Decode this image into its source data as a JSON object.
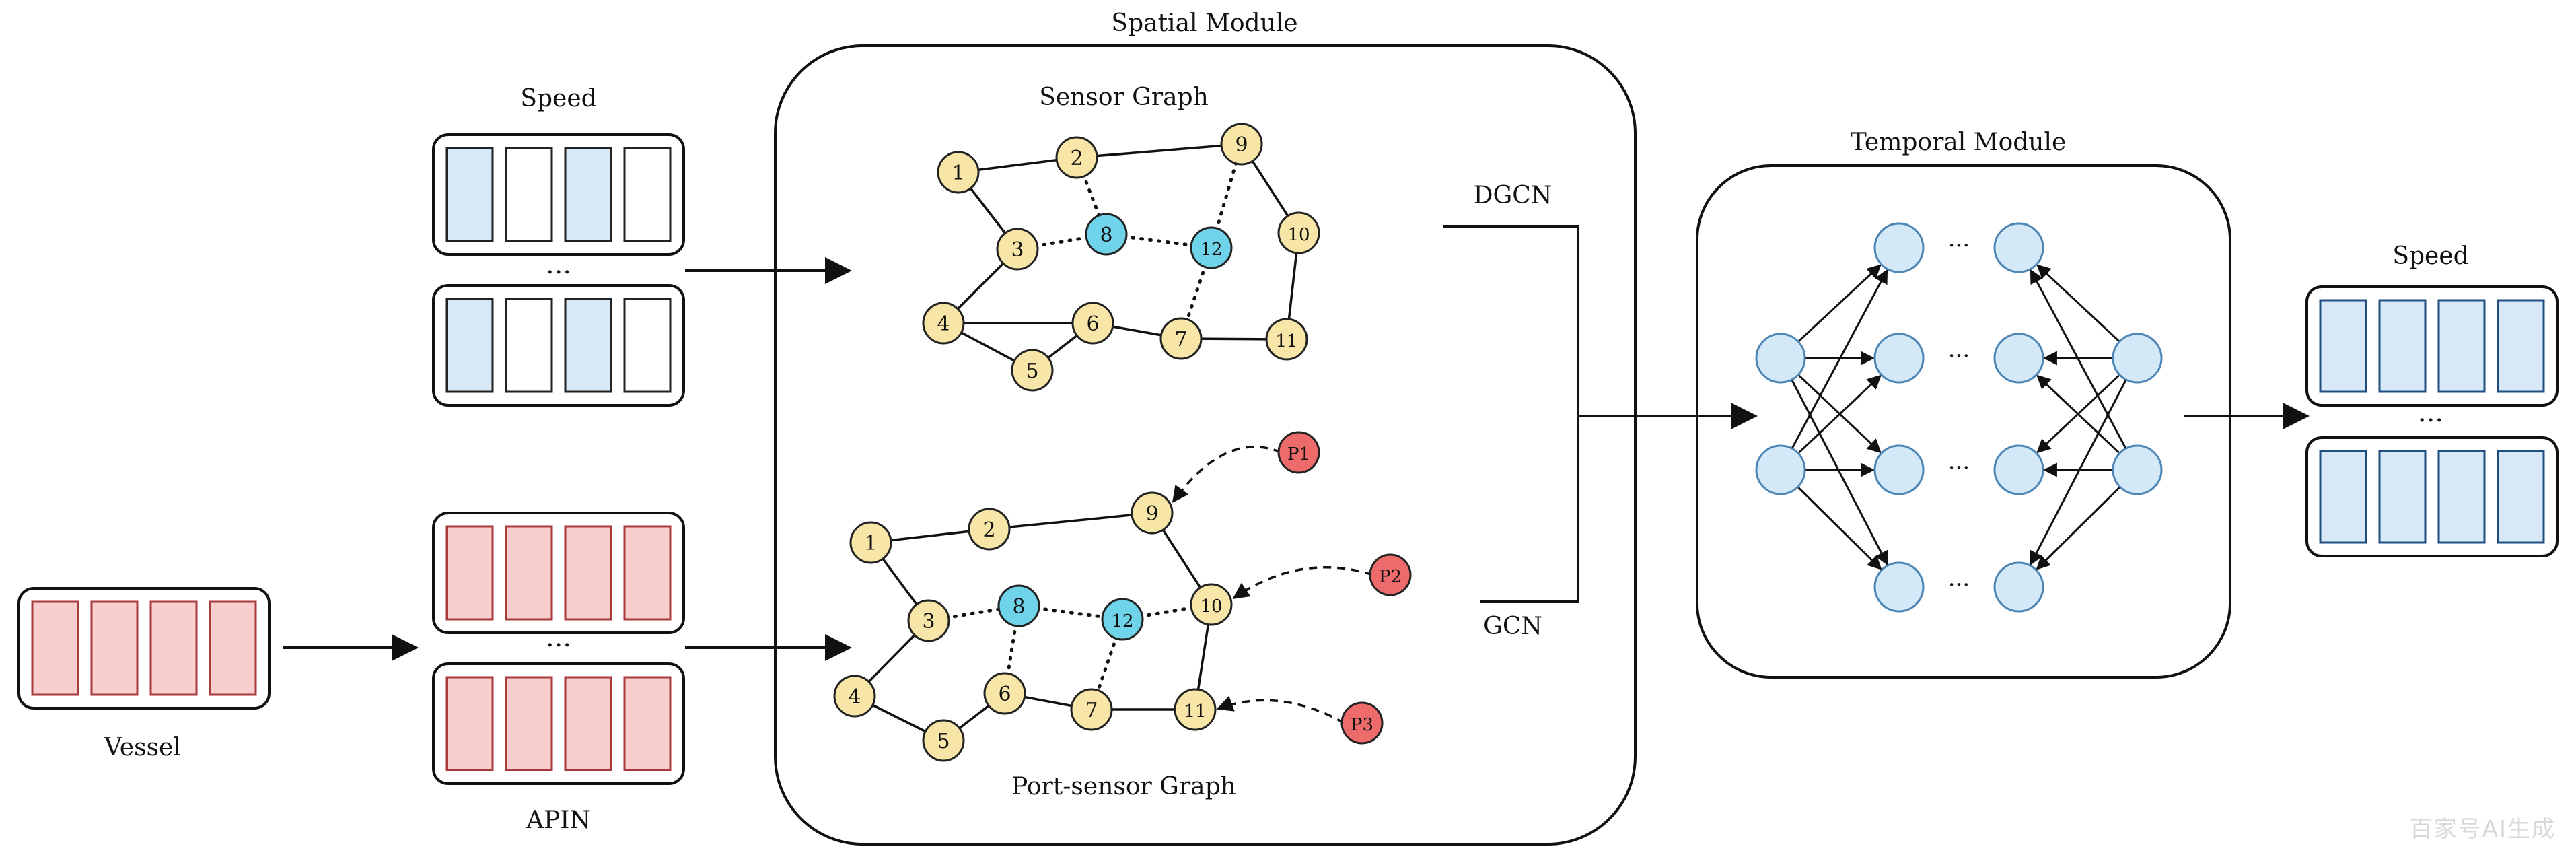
{
  "spatial_module": {
    "title": "Spatial Module",
    "sensor_graph_title": "Sensor Graph",
    "port_sensor_graph_title": "Port-sensor Graph",
    "dgcn_label": "DGCN",
    "gcn_label": "GCN",
    "sensor_graph": {
      "nodes": [
        {
          "id": "1",
          "type": "sensor"
        },
        {
          "id": "2",
          "type": "sensor"
        },
        {
          "id": "3",
          "type": "sensor"
        },
        {
          "id": "4",
          "type": "sensor"
        },
        {
          "id": "5",
          "type": "sensor"
        },
        {
          "id": "6",
          "type": "sensor"
        },
        {
          "id": "7",
          "type": "sensor"
        },
        {
          "id": "8",
          "type": "hub"
        },
        {
          "id": "9",
          "type": "sensor"
        },
        {
          "id": "10",
          "type": "sensor"
        },
        {
          "id": "11",
          "type": "sensor"
        },
        {
          "id": "12",
          "type": "hub"
        }
      ],
      "edges": [
        [
          "1",
          "2",
          "solid"
        ],
        [
          "2",
          "9",
          "solid"
        ],
        [
          "1",
          "3",
          "solid"
        ],
        [
          "3",
          "4",
          "solid"
        ],
        [
          "4",
          "6",
          "solid"
        ],
        [
          "4",
          "5",
          "solid"
        ],
        [
          "5",
          "6",
          "solid"
        ],
        [
          "6",
          "7",
          "solid"
        ],
        [
          "7",
          "11",
          "solid"
        ],
        [
          "11",
          "10",
          "solid"
        ],
        [
          "10",
          "9",
          "solid"
        ],
        [
          "2",
          "8",
          "dotted"
        ],
        [
          "3",
          "8",
          "dotted"
        ],
        [
          "8",
          "12",
          "dotted"
        ],
        [
          "12",
          "9",
          "dotted"
        ],
        [
          "12",
          "7",
          "dotted"
        ]
      ]
    },
    "port_sensor_graph": {
      "nodes": [
        {
          "id": "1",
          "type": "sensor"
        },
        {
          "id": "2",
          "type": "sensor"
        },
        {
          "id": "3",
          "type": "sensor"
        },
        {
          "id": "4",
          "type": "sensor"
        },
        {
          "id": "5",
          "type": "sensor"
        },
        {
          "id": "6",
          "type": "sensor"
        },
        {
          "id": "7",
          "type": "sensor"
        },
        {
          "id": "8",
          "type": "hub"
        },
        {
          "id": "9",
          "type": "sensor"
        },
        {
          "id": "10",
          "type": "sensor"
        },
        {
          "id": "11",
          "type": "sensor"
        },
        {
          "id": "12",
          "type": "hub"
        },
        {
          "id": "P1",
          "type": "port"
        },
        {
          "id": "P2",
          "type": "port"
        },
        {
          "id": "P3",
          "type": "port"
        }
      ],
      "edges": [
        [
          "1",
          "2",
          "solid"
        ],
        [
          "2",
          "9",
          "solid"
        ],
        [
          "1",
          "3",
          "solid"
        ],
        [
          "3",
          "4",
          "solid"
        ],
        [
          "4",
          "5",
          "solid"
        ],
        [
          "5",
          "6",
          "solid"
        ],
        [
          "6",
          "7",
          "solid"
        ],
        [
          "7",
          "11",
          "solid"
        ],
        [
          "11",
          "10",
          "solid"
        ],
        [
          "10",
          "9",
          "solid"
        ],
        [
          "3",
          "8",
          "dotted"
        ],
        [
          "8",
          "12",
          "dotted"
        ],
        [
          "12",
          "10",
          "dotted"
        ],
        [
          "8",
          "6",
          "dotted"
        ],
        [
          "12",
          "7",
          "dotted"
        ],
        [
          "P1",
          "9",
          "dashed-arrow"
        ],
        [
          "P2",
          "10",
          "dashed-arrow"
        ],
        [
          "P3",
          "11",
          "dashed-arrow"
        ]
      ]
    }
  },
  "temporal_module": {
    "title": "Temporal Module",
    "ellipsis": "···"
  },
  "inputs": {
    "speed_label": "Speed",
    "apin_label": "APIN",
    "vessel_label": "Vessel",
    "ellipsis": "···"
  },
  "output": {
    "speed_label": "Speed",
    "ellipsis": "···"
  },
  "watermark": "百家号AI生成",
  "colors": {
    "sensor_fill": "#f7e6a8",
    "sensor_stroke": "#c9a227",
    "hub_fill": "#6fd3ea",
    "hub_stroke": "#1f8fb0",
    "port_fill": "#ee6b6b",
    "port_stroke": "#b02a2a",
    "blue_cell": "#d7e8f7",
    "red_cell": "#f7cfcf",
    "tnode_fill": "#d4e9f8",
    "tnode_stroke": "#4d86b5"
  }
}
